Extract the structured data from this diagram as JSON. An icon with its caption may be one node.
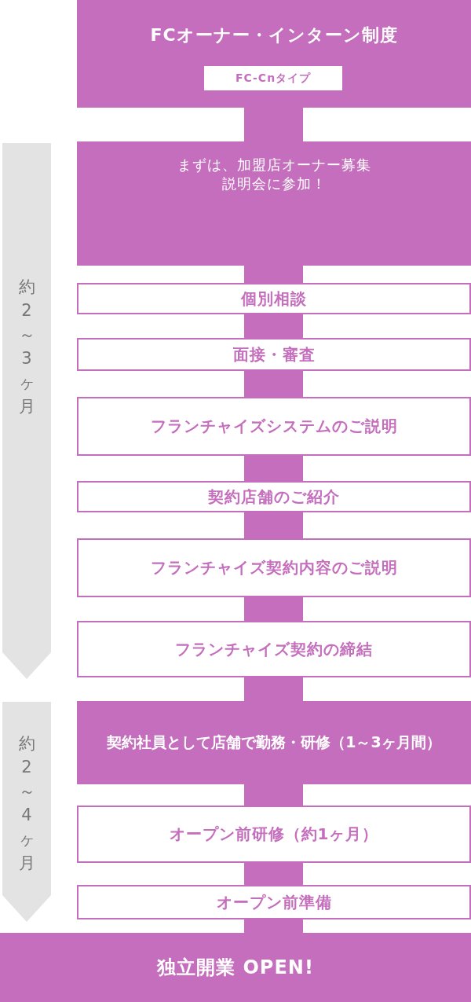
{
  "diagram": {
    "nodes": [
      {
        "text": [
          "FCオーナー・インターン制度"
        ]
      },
      {
        "text": [
          "FC-Cnタイプ"
        ],
        "in": 0
      },
      {
        "text": [
          "まずは、加盟店オーナー募集説明会に参加！"
        ]
      },
      {
        "text": [
          "個別相談"
        ]
      },
      {
        "text": [
          "面接・審査"
        ]
      },
      {
        "text": [
          "フランチャイズシステムのご説明"
        ]
      },
      {
        "text": [
          "契約店舗のご紹介"
        ]
      },
      {
        "text": [
          "フランチャイズ契約内容のご説明"
        ]
      },
      {
        "text": [
          "フランチャイズ契約の締結"
        ]
      },
      {
        "text": [
          "契約社員として店舗で勤務・研修（1～3ヶ月間）"
        ]
      },
      {
        "text": [
          "オープン前研修（約1ヶ月）"
        ]
      },
      {
        "text": [
          "オープン前準備"
        ]
      },
      {
        "text": [
          "独立開業 OPEN!"
        ]
      },
      {
        "text": [
          "約2～3ヶ月"
        ]
      },
      {
        "text": [
          "約2～4ヶ月"
        ]
      }
    ],
    "edges": [
      {
        "from": 0,
        "to": 2,
        "arrow": "none"
      },
      {
        "from": 2,
        "to": 3,
        "arrow": "none"
      },
      {
        "from": 3,
        "to": 4,
        "arrow": "none"
      },
      {
        "from": 4,
        "to": 5,
        "arrow": "none"
      },
      {
        "from": 5,
        "to": 6,
        "arrow": "none"
      },
      {
        "from": 6,
        "to": 7,
        "arrow": "none"
      },
      {
        "from": 7,
        "to": 8,
        "arrow": "none"
      },
      {
        "from": 8,
        "to": 9,
        "arrow": "none"
      },
      {
        "from": 9,
        "to": 10,
        "arrow": "none"
      },
      {
        "from": 10,
        "to": 11,
        "arrow": "none"
      },
      {
        "from": 11,
        "to": 12,
        "arrow": "none"
      }
    ]
  }
}
